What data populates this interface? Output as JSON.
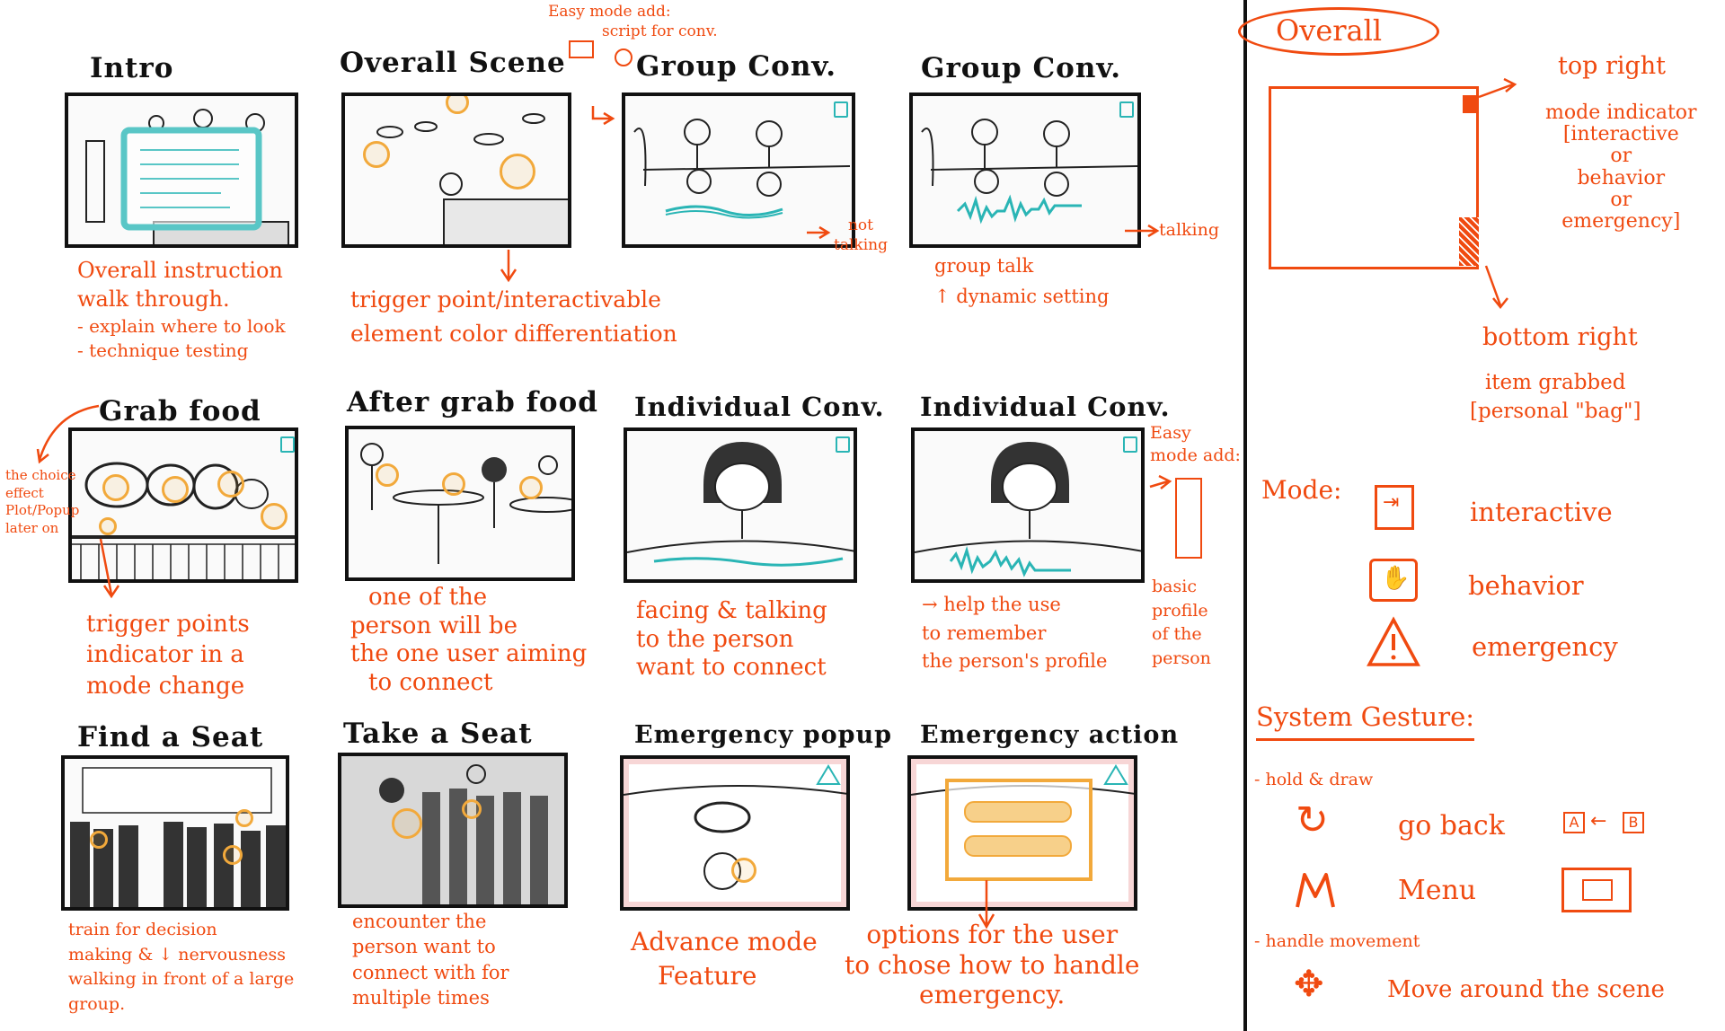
{
  "colors": {
    "ink": "#111111",
    "annotation": "#f04a10",
    "teal": "#2ab5b5",
    "trigger": "#f2a93b",
    "emergency_tint": "#f7d6d6"
  },
  "panels": [
    {
      "title": "Intro",
      "notes": [
        "Overall instruction",
        "walk through.",
        "- explain where to look",
        "- technique testing"
      ]
    },
    {
      "title": "Overall Scene",
      "notes": [
        "trigger point/interactivable",
        "element color differentiation"
      ]
    },
    {
      "title": "Group Conv.",
      "notes": [
        "not",
        "talking"
      ]
    },
    {
      "title": "Group Conv.",
      "notes": [
        "group talk",
        "↑ dynamic setting",
        "talking"
      ]
    },
    {
      "title": "Grab food",
      "notes": [
        "trigger points",
        "indicator in a",
        "mode change"
      ]
    },
    {
      "title": "After grab food",
      "notes": [
        "one of the",
        "person will be",
        "the one user aiming",
        "to connect"
      ]
    },
    {
      "title": "Individual Conv.",
      "notes": [
        "facing & talking",
        "to the person",
        "want to connect"
      ]
    },
    {
      "title": "Individual Conv.",
      "notes": [
        "→ help the use",
        "to remember",
        "the person's profile"
      ]
    },
    {
      "title": "Find a Seat",
      "notes": [
        "train for decision",
        "making & ↓ nervousness",
        "walking in front of a large",
        "group."
      ]
    },
    {
      "title": "Take a Seat",
      "notes": [
        "encounter the",
        "person want to",
        "connect with for",
        "multiple times"
      ]
    },
    {
      "title": "Emergency popup",
      "notes": [
        "Advance mode",
        "Feature"
      ]
    },
    {
      "title": "Emergency action",
      "notes": [
        "options for the user",
        "to chose how to handle",
        "emergency."
      ]
    }
  ],
  "side_notes": {
    "easy_mode_top": [
      "Easy mode add:",
      "script for conv."
    ],
    "easy_mode_right": [
      "Easy",
      "mode add:"
    ],
    "basic_profile": [
      "basic",
      "profile",
      "of the",
      "person"
    ],
    "choice_effect": [
      "the choice",
      "effect",
      "Plot/Popup",
      "later on"
    ]
  },
  "overall": {
    "heading": "Overall",
    "top_right": "top right",
    "mode_indicator": [
      "mode indicator",
      "[interactive",
      "or",
      "behavior",
      "or",
      "emergency]"
    ],
    "bottom_right": "bottom right",
    "item_grabbed": [
      "item grabbed",
      "[personal \"bag\"]"
    ]
  },
  "mode": {
    "heading": "Mode:",
    "items": [
      {
        "icon": "interactive-icon",
        "label": "interactive"
      },
      {
        "icon": "behavior-icon",
        "label": "behavior"
      },
      {
        "icon": "emergency-icon",
        "label": "emergency"
      }
    ]
  },
  "gesture": {
    "heading": "System Gesture:",
    "hold_draw": "- hold & draw",
    "go_back": "go back",
    "a_label": "A",
    "b_label": "B",
    "menu": "Menu",
    "handle_movement": "- handle movement",
    "move": "Move around the scene"
  }
}
